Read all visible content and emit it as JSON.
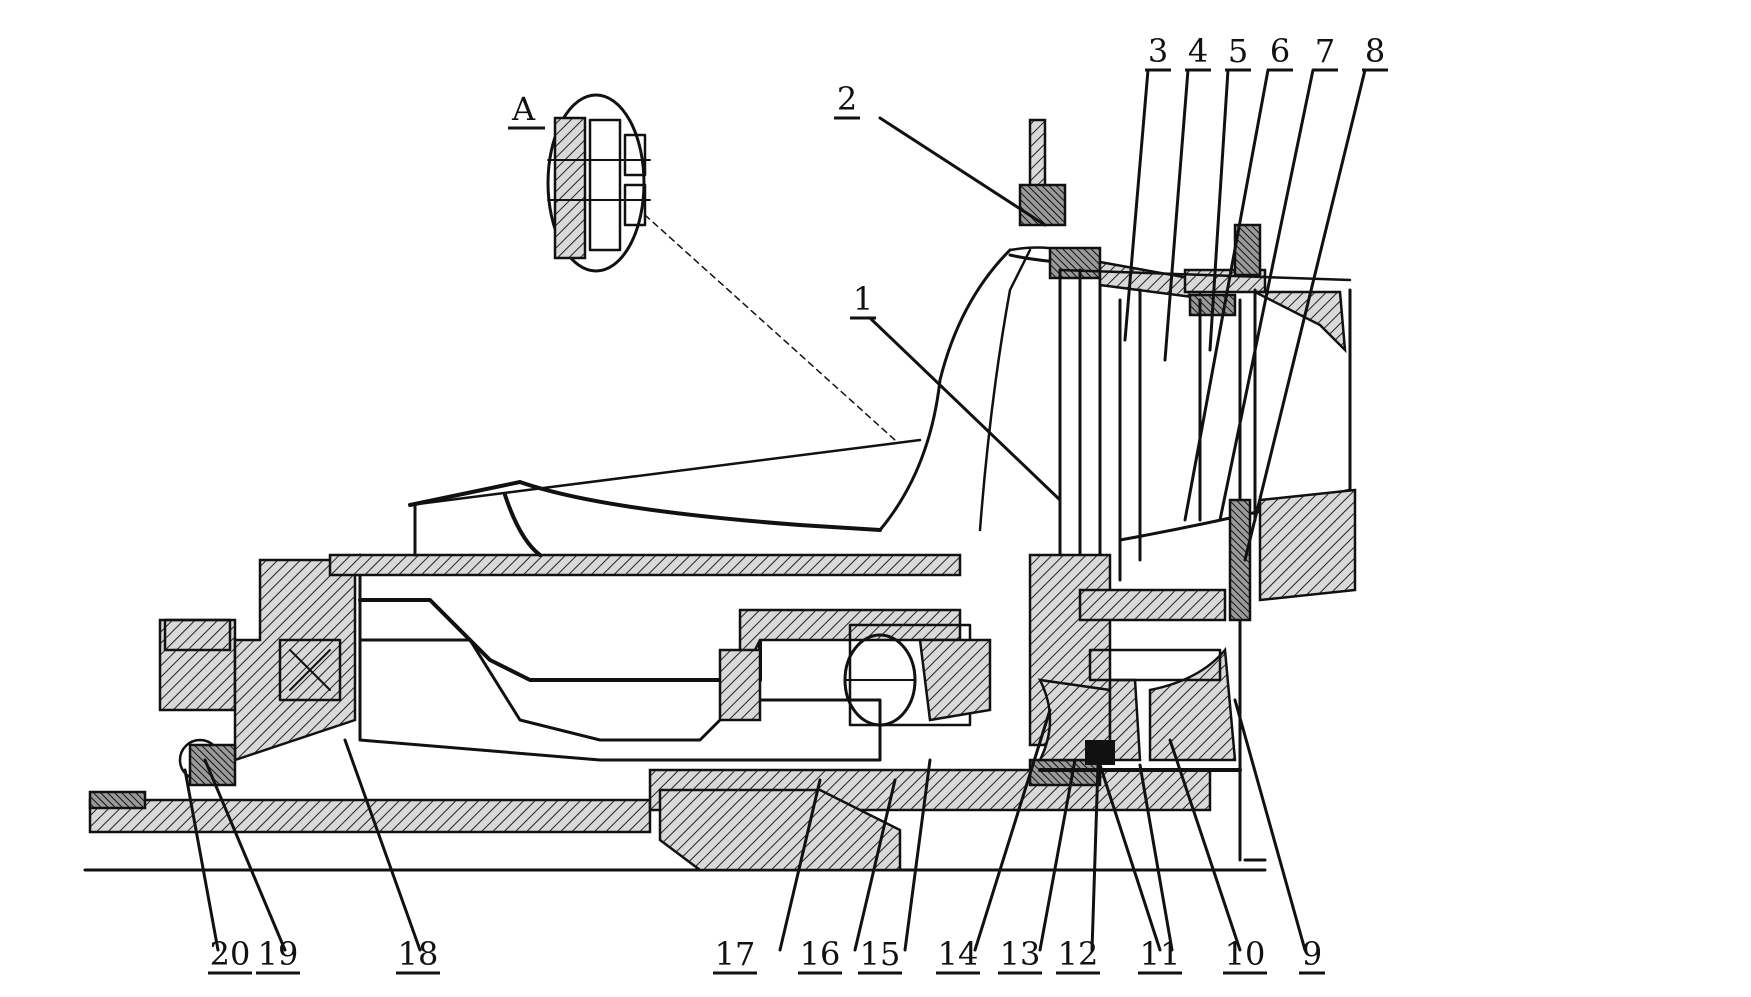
{
  "detail_label": "A",
  "part_labels": [
    "1",
    "2",
    "3",
    "4",
    "5",
    "6",
    "7",
    "8",
    "9",
    "10",
    "11",
    "12",
    "13",
    "14",
    "15",
    "16",
    "17",
    "18",
    "19",
    "20"
  ],
  "colors": {
    "ink": "#111111",
    "paper": "#ffffff"
  }
}
